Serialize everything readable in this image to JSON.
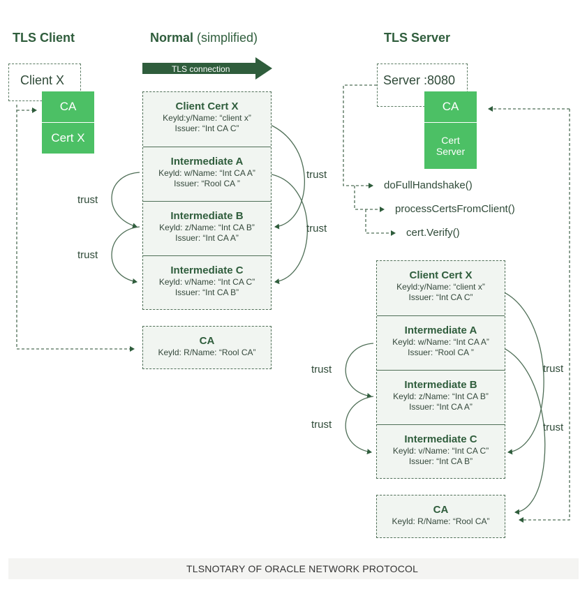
{
  "headings": {
    "tls_client": "TLS Client",
    "normal_bold": "Normal",
    "normal_light": "(simplified)",
    "tls_server": "TLS Server"
  },
  "banner": {
    "label": "TLS connection"
  },
  "client": {
    "name": "Client X",
    "ca": "CA",
    "cert": "Cert X"
  },
  "server": {
    "name": "Server :8080",
    "ca": "CA",
    "cert_line1": "Cert",
    "cert_line2": "Server"
  },
  "chain": [
    {
      "title": "Client Cert X",
      "keyid": "Keyld:y/Name: “client x”",
      "issuer": "Issuer: “Int CA C”"
    },
    {
      "title": "Intermediate A",
      "keyid": "Keyld: w/Name: “Int CA A”",
      "issuer": "Issuer: “Rool CA ”"
    },
    {
      "title": "Intermediate B",
      "keyid": "Keyld: z/Name: “Int CA B”",
      "issuer": "Issuer: “Int CA A”"
    },
    {
      "title": "Intermediate C",
      "keyid": "Keyld: v/Name: “Int CA C”",
      "issuer": "Issuer: “Int CA B”"
    }
  ],
  "root": {
    "title": "CA",
    "keyid": "Keyld: R/Name: “Rool CA”"
  },
  "trust_label": "trust",
  "functions": {
    "handshake": "doFullHandshake()",
    "process": "processCertsFromClient()",
    "verify": "cert.Verify()"
  },
  "footer": {
    "text": "TLSNOTARY OF ORACLE NETWORK PROTOCOL"
  },
  "colors": {
    "green": "#4cc065",
    "dark_green": "#2f5d3c",
    "box_fill": "#f1f5f1"
  },
  "icons": {
    "footer_logo": "hexagon-logo-icon",
    "banner": "arrow-right-icon"
  }
}
